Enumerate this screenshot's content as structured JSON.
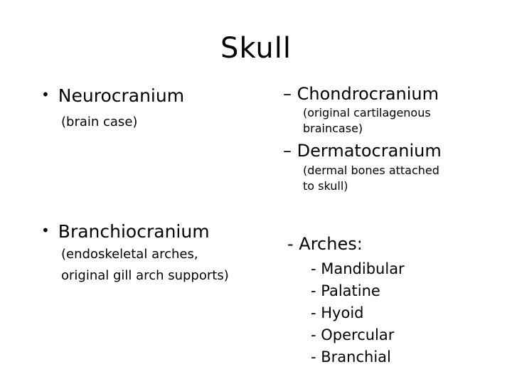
{
  "slide": {
    "title": "Skull",
    "neurocranium": {
      "bullet": "•",
      "label": "Neurocranium",
      "note": "(brain case)"
    },
    "chondrocranium": {
      "dash": "–",
      "label": "Chondrocranium",
      "note_line1": "(original cartilagenous",
      "note_line2": "braincase)"
    },
    "dermatocranium": {
      "dash": "–",
      "label": "Dermatocranium",
      "note_line1": "(dermal bones attached",
      "note_line2": "to skull)"
    },
    "branchiocranium": {
      "bullet": "•",
      "label": "Branchiocranium",
      "note_line1": "(endoskeletal arches,",
      "note_line2": "original gill arch supports)"
    },
    "arches": {
      "heading": "- Arches:",
      "items": [
        "- Mandibular",
        "- Palatine",
        "- Hyoid",
        "- Opercular",
        "- Branchial"
      ]
    }
  }
}
